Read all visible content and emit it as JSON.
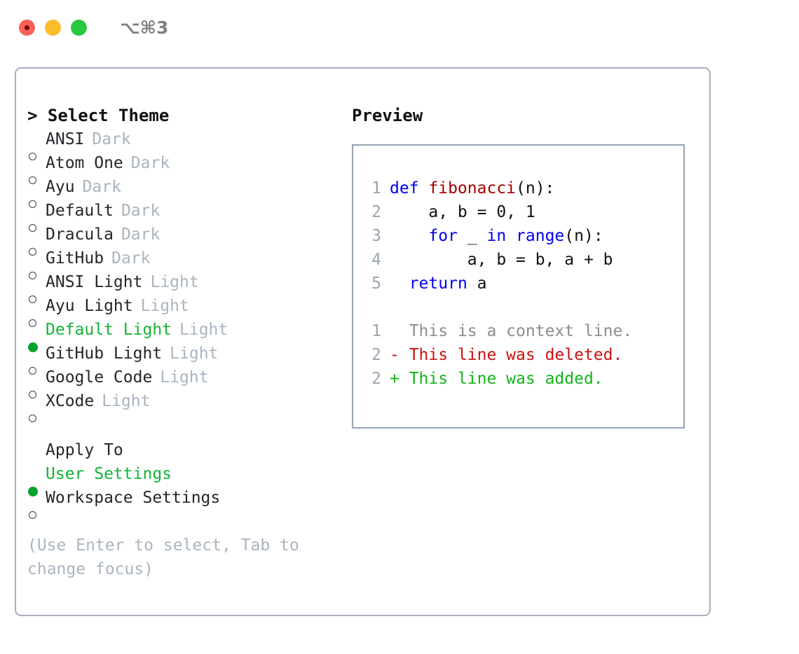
{
  "titlebar": {
    "dots": [
      {
        "name": "close-dot",
        "color": "#fc5f57"
      },
      {
        "name": "minimize-dot",
        "color": "#fdbc2c"
      },
      {
        "name": "maximize-dot",
        "color": "#28c840"
      }
    ],
    "shortcut": "⌥⌘3"
  },
  "theme_list": {
    "header": "> Select Theme",
    "items": [
      {
        "marker": "o",
        "name": "ANSI",
        "tag": "Dark",
        "selected": false
      },
      {
        "marker": "o",
        "name": "Atom One",
        "tag": "Dark",
        "selected": false
      },
      {
        "marker": "o",
        "name": "Ayu",
        "tag": "Dark",
        "selected": false
      },
      {
        "marker": "o",
        "name": "Default",
        "tag": "Dark",
        "selected": false
      },
      {
        "marker": "o",
        "name": "Dracula",
        "tag": "Dark",
        "selected": false
      },
      {
        "marker": "o",
        "name": "GitHub",
        "tag": "Dark",
        "selected": false
      },
      {
        "marker": "o",
        "name": "ANSI Light",
        "tag": "Light",
        "selected": false
      },
      {
        "marker": "o",
        "name": "Ayu Light",
        "tag": "Light",
        "selected": false
      },
      {
        "marker": "●",
        "name": "Default Light",
        "tag": "Light",
        "selected": true
      },
      {
        "marker": "o",
        "name": "GitHub Light",
        "tag": "Light",
        "selected": false
      },
      {
        "marker": "o",
        "name": "Google Code",
        "tag": "Light",
        "selected": false
      },
      {
        "marker": "o",
        "name": "XCode",
        "tag": "Light",
        "selected": false
      }
    ]
  },
  "apply_to": {
    "title": "Apply To",
    "options": [
      {
        "marker": "●",
        "name": "User Settings",
        "selected": true
      },
      {
        "marker": "o",
        "name": "Workspace Settings",
        "selected": false
      }
    ]
  },
  "hint": "(Use Enter to select, Tab to change focus)",
  "preview": {
    "title": "Preview",
    "code_lines": [
      {
        "num": "1",
        "segments": [
          {
            "text": "def ",
            "style": "kw"
          },
          {
            "text": "fibonacci",
            "style": "fn"
          },
          {
            "text": "(n):",
            "style": "pl"
          }
        ]
      },
      {
        "num": "2",
        "segments": [
          {
            "text": "    a, b = 0, 1",
            "style": "pl"
          }
        ]
      },
      {
        "num": "3",
        "segments": [
          {
            "text": "    ",
            "style": "pl"
          },
          {
            "text": "for",
            "style": "kw"
          },
          {
            "text": " _ ",
            "style": "pl"
          },
          {
            "text": "in",
            "style": "kw"
          },
          {
            "text": " ",
            "style": "pl"
          },
          {
            "text": "range",
            "style": "kw"
          },
          {
            "text": "(n):",
            "style": "pl"
          }
        ]
      },
      {
        "num": "4",
        "segments": [
          {
            "text": "        a, b = b, a + b",
            "style": "pl"
          }
        ]
      },
      {
        "num": "5",
        "segments": [
          {
            "text": "  ",
            "style": "pl"
          },
          {
            "text": "return",
            "style": "kw"
          },
          {
            "text": " a",
            "style": "pl"
          }
        ]
      }
    ],
    "diff_lines": [
      {
        "num": "1",
        "prefix": "  ",
        "text": "This is a context line.",
        "style": "ctx"
      },
      {
        "num": "2",
        "prefix": "- ",
        "text": "This line was deleted.",
        "style": "del"
      },
      {
        "num": "2",
        "prefix": "+ ",
        "text": "This line was added.",
        "style": "add"
      }
    ]
  },
  "colors": {
    "accent_green": "#14b336",
    "muted": "#aab4c0",
    "keyword_blue": "#0000f0",
    "function_red": "#a40000",
    "diff_delete": "#cc1111",
    "diff_add": "#11b418",
    "border": "#a7b0bd"
  }
}
